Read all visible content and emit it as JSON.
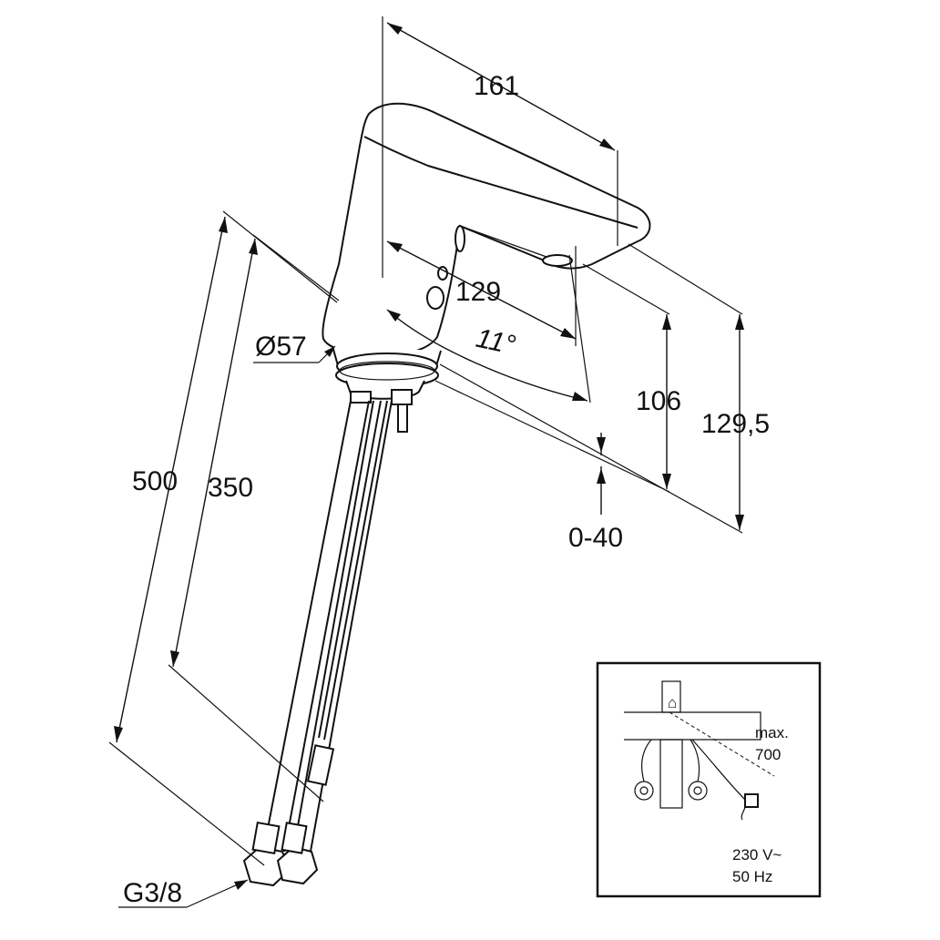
{
  "dimensions": {
    "spout_length": "161",
    "spout_projection": "129",
    "angle": "11°",
    "diameter": "Ø57",
    "height_short": "106",
    "height_total": "129,5",
    "deck_thickness": "0-40",
    "hose_long": "500",
    "hose_short": "350",
    "connection": "G3/8"
  },
  "inset": {
    "max_label": "max.",
    "max_value": "700",
    "voltage": "230 V~",
    "frequency": "50 Hz"
  }
}
